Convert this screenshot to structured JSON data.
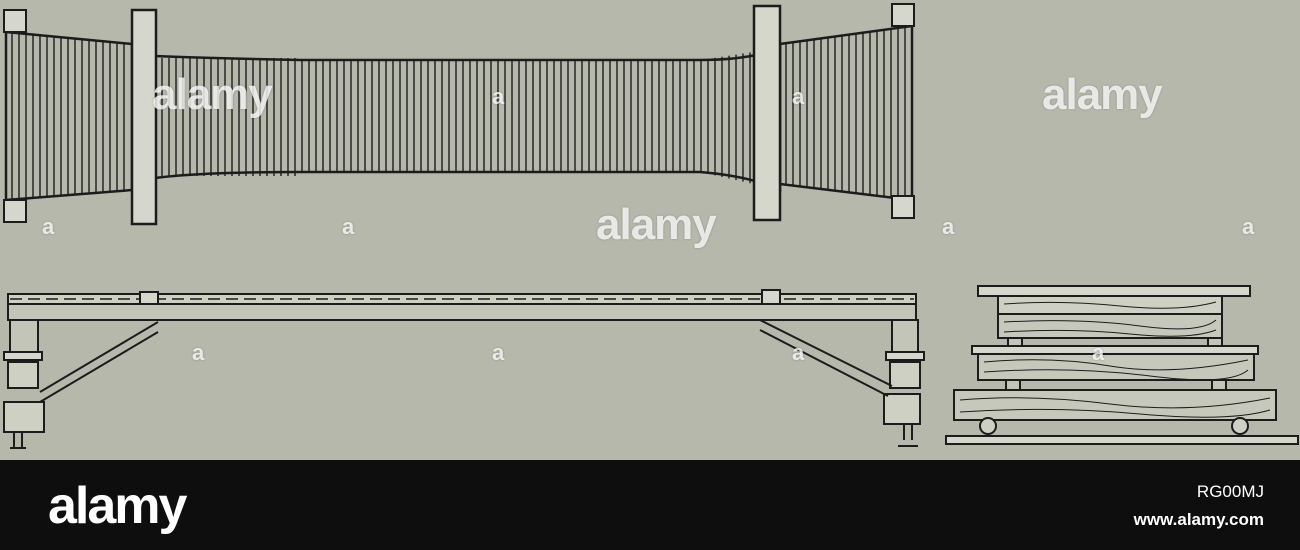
{
  "watermark": {
    "text_large": "alamy",
    "text_small": "a"
  },
  "footer": {
    "logo": "alamy",
    "image_id": "RG00MJ",
    "url": "www.alamy.com"
  },
  "colors": {
    "paper": "#b7b8ac",
    "ink": "#1c1c1c",
    "footer_bg": "#0e0e0e"
  }
}
